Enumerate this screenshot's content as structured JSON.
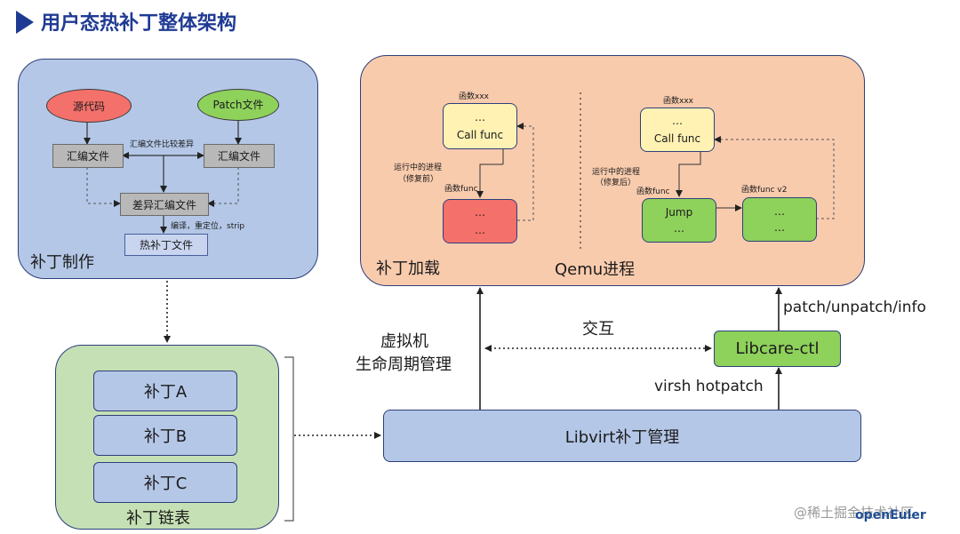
{
  "title": "用户态热补丁整体架构",
  "make_panel": {
    "label": "补丁制作",
    "source_code": "源代码",
    "patch_file": "Patch文件",
    "asm_left": "汇编文件",
    "asm_right": "汇编文件",
    "compare_note": "汇编文件比较差异",
    "diff_asm": "差异汇编文件",
    "build_note": "编译，重定位，strip",
    "hotpatch_file": "热补丁文件"
  },
  "load_panel": {
    "label": "补丁加载",
    "qemu_label": "Qemu进程",
    "left": {
      "func_title": "函数xxx",
      "call_dots": "…",
      "call_func": "Call func",
      "proc_note_1": "运行中的进程",
      "proc_note_2": "（修复前）",
      "func_label": "函数func",
      "body_dots_1": "…",
      "body_dots_2": "…"
    },
    "right": {
      "func_title": "函数xxx",
      "call_dots": "…",
      "call_func": "Call func",
      "proc_note_1": "运行中的进程",
      "proc_note_2": "（修复后）",
      "func_label": "函数func",
      "jump": "Jump",
      "jump_dots": "…",
      "func_v2_label": "函数func v2",
      "v2_dots_1": "…",
      "v2_dots_2": "…"
    }
  },
  "list_panel": {
    "label": "补丁链表",
    "items": [
      "补丁A",
      "补丁B",
      "补丁C"
    ]
  },
  "libvirt": "Libvirt补丁管理",
  "libcare": "Libcare-ctl",
  "vm_mgmt_1": "虚拟机",
  "vm_mgmt_2": "生命周期管理",
  "interact": "交互",
  "patch_cmds": "patch/unpatch/info",
  "virsh": "virsh hotpatch",
  "watermark": "@稀土掘金技术社区",
  "logo": "openEuler",
  "colors": {
    "title_blue": "#1f3a93",
    "make_bg": "#b4c7e7",
    "load_bg": "#f8cbad",
    "list_bg": "#c5e0b4",
    "source_red": "#f4706a",
    "patch_green": "#8ed15b",
    "call_yellow": "#fff2b3"
  }
}
